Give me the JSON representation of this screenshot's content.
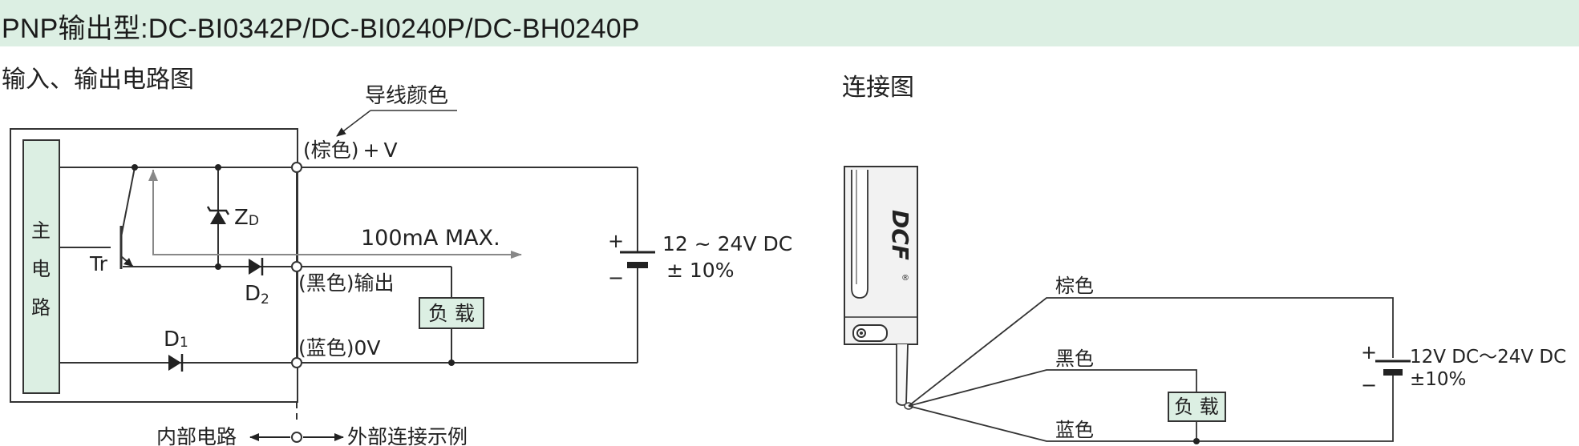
{
  "header": {
    "title": "PNP输出型:DC-BI0342P/DC-BI0240P/DC-BH0240P"
  },
  "left_section": {
    "title": "输入、输出电路图",
    "main_circuit_label": [
      "主",
      "电",
      "路"
    ],
    "wire_color_callout": "导线颜色",
    "transistor_label": "Tr",
    "zener_label": "Z",
    "zener_sub": "D",
    "diode2_label": "D",
    "diode2_sub": "2",
    "diode1_label": "D",
    "diode1_sub": "1",
    "current_label": "100mA  MAX.",
    "terminal_brown": "(棕色) + V",
    "terminal_black": "(黑色)输出",
    "terminal_blue": "(蓝色)0V",
    "load_label": "负 载",
    "supply_plus": "+",
    "supply_minus": "−",
    "supply_voltage": "12 ~ 24V DC",
    "supply_tolerance": "± 10%",
    "internal_label": "内部电路",
    "external_label": "外部连接示例"
  },
  "right_section": {
    "title": "连接图",
    "brand": "DCF",
    "registered": "®",
    "wire_brown": "棕色",
    "wire_black": "黑色",
    "wire_blue": "蓝色",
    "load_label": "负 载",
    "supply_plus": "+",
    "supply_minus": "−",
    "supply_voltage": "12V DC～24V DC",
    "supply_tolerance": "±10%"
  },
  "colors": {
    "header_bg": "#dcefe3",
    "load_box_fill": "#dcefe3",
    "main_box_fill": "#dcefe3",
    "line": "#333333",
    "arrow_gray": "#888888"
  }
}
